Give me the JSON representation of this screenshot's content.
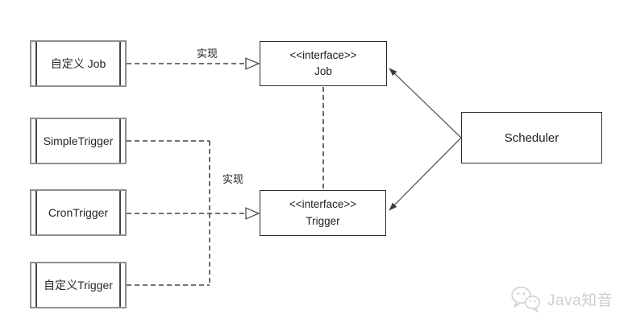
{
  "diagram": {
    "title_hint": "Quartz scheduler UML diagram",
    "components": [
      {
        "label": "自定义 Job"
      },
      {
        "label": "SimpleTrigger"
      },
      {
        "label": "CronTrigger"
      },
      {
        "label": "自定义Trigger"
      }
    ],
    "interfaces": [
      {
        "stereotype": "<<interface>>",
        "name": "Job"
      },
      {
        "stereotype": "<<interface>>",
        "name": "Trigger"
      }
    ],
    "scheduler": {
      "label": "Scheduler"
    },
    "edge_labels": [
      {
        "text": "实现"
      },
      {
        "text": "实现"
      }
    ]
  },
  "watermark": {
    "text": "Java知音",
    "icon": "wechat-icon",
    "color": "#cfcfcf"
  },
  "colors": {
    "background": "#ffffff",
    "dashed_line": "#1f1f1f",
    "solid_line": "#4f4f4f",
    "component_border": "#8f8f8f",
    "component_bar": "#454545",
    "box_border": "#2e2e2e",
    "text": "#1f1f1f"
  }
}
